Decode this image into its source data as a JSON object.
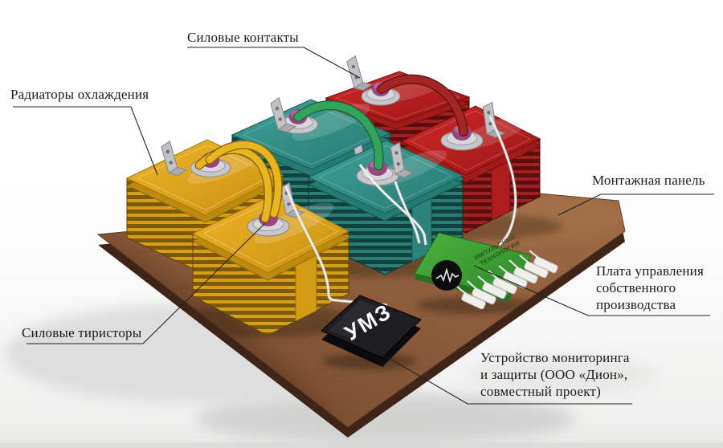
{
  "diagram": {
    "labels": {
      "power_contacts": "Силовые контакты",
      "radiators": "Радиаторы охлаждения",
      "mounting_panel": "Монтажная панель",
      "control_board": "Плата управления\nсобственного\nпроизводства",
      "thyristors": "Силовые тиристоры",
      "monitoring": "Устройство мониторинга\nи защиты (ООО «Дион»,\nсовместный проект)"
    },
    "devices": {
      "umz_label": "УМЗ",
      "board_brand_line1": "ИМПУЛЬСНЫЕ",
      "board_brand_line2": "ТЕХНОЛОГИИ"
    },
    "colors": {
      "panel_brown": "#8a5a3a",
      "panel_side": "#3f2517",
      "heatsink_yellow": "#dfa31d",
      "heatsink_teal": "#2f9088",
      "heatsink_red": "#bf2222",
      "cable_yellow": "#e7b51f",
      "cable_green": "#34a45c",
      "cable_red": "#a32626",
      "thyristor_purple": "#97477f",
      "board_green": "#3da035",
      "umz_black": "#1e1e22",
      "label_text": "#1b1b1b",
      "leader_line": "#222222"
    }
  }
}
